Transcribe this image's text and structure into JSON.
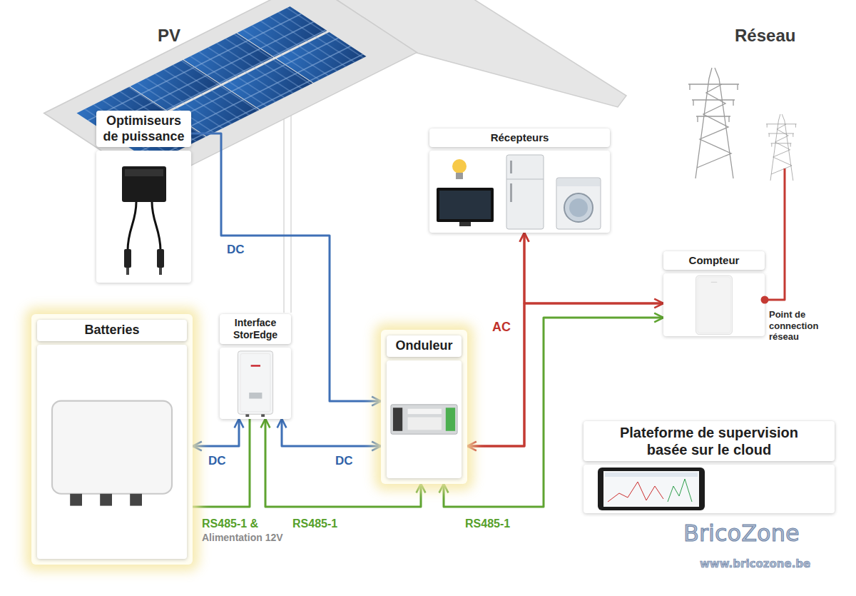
{
  "diagram": {
    "nodes": [
      {
        "text": [
          "Optimiseurs de puissance"
        ]
      },
      {
        "text": [
          "Récepteurs"
        ]
      },
      {
        "text": [
          "Compteur"
        ]
      },
      {
        "text": [
          "Batteries"
        ]
      },
      {
        "text": [
          "Interface StorEdge"
        ]
      },
      {
        "text": [
          "Onduleur"
        ]
      },
      {
        "text": [
          "Plateforme de supervision basée sur le cloud"
        ]
      }
    ],
    "edges": [
      {
        "from": 0,
        "to": 5,
        "arrow": "to",
        "label": "DC"
      },
      {
        "from": 3,
        "to": 4,
        "arrow": "both",
        "label": "DC"
      },
      {
        "from": 4,
        "to": 5,
        "arrow": "both",
        "label": "DC"
      },
      {
        "from": 4,
        "to": 3,
        "arrow": "none",
        "label": "RS485-1 &"
      },
      {
        "from": 4,
        "to": 5,
        "arrow": "both",
        "label": "RS485-1"
      },
      {
        "from": 5,
        "to": 1,
        "arrow": "to",
        "label": "AC"
      },
      {
        "from": 2,
        "to": 1,
        "arrow": "to"
      },
      {
        "from": 5,
        "to": 2,
        "arrow": "both"
      },
      {
        "from": 5,
        "to": 2,
        "arrow": "both",
        "label": "RS485-1"
      }
    ],
    "labels": [
      "PV",
      "Réseau",
      "Point de connection réseau",
      "Alimentation 12V",
      "BricoZone",
      "www.bricozone.be"
    ]
  }
}
